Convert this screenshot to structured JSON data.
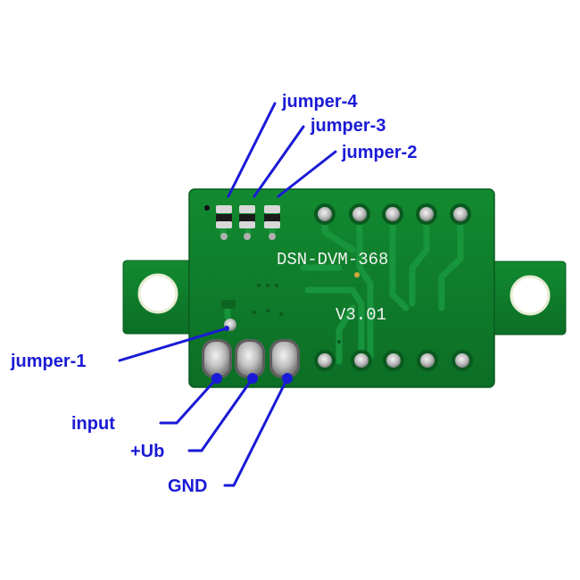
{
  "board": {
    "model_label": "DSN-DVM-368",
    "version_label": "V3.01",
    "colors": {
      "pcb": "#0f7d2b",
      "pcb_dark": "#0b6a23",
      "trace": "#16913a",
      "pad": "#c9c9c9",
      "callout": "#1a1ad6"
    }
  },
  "callouts": {
    "jumper_4": "jumper-4",
    "jumper_3": "jumper-3",
    "jumper_2": "jumper-2",
    "jumper_1": "jumper-1",
    "input": "input",
    "ub": "+Ub",
    "gnd": "GND"
  }
}
